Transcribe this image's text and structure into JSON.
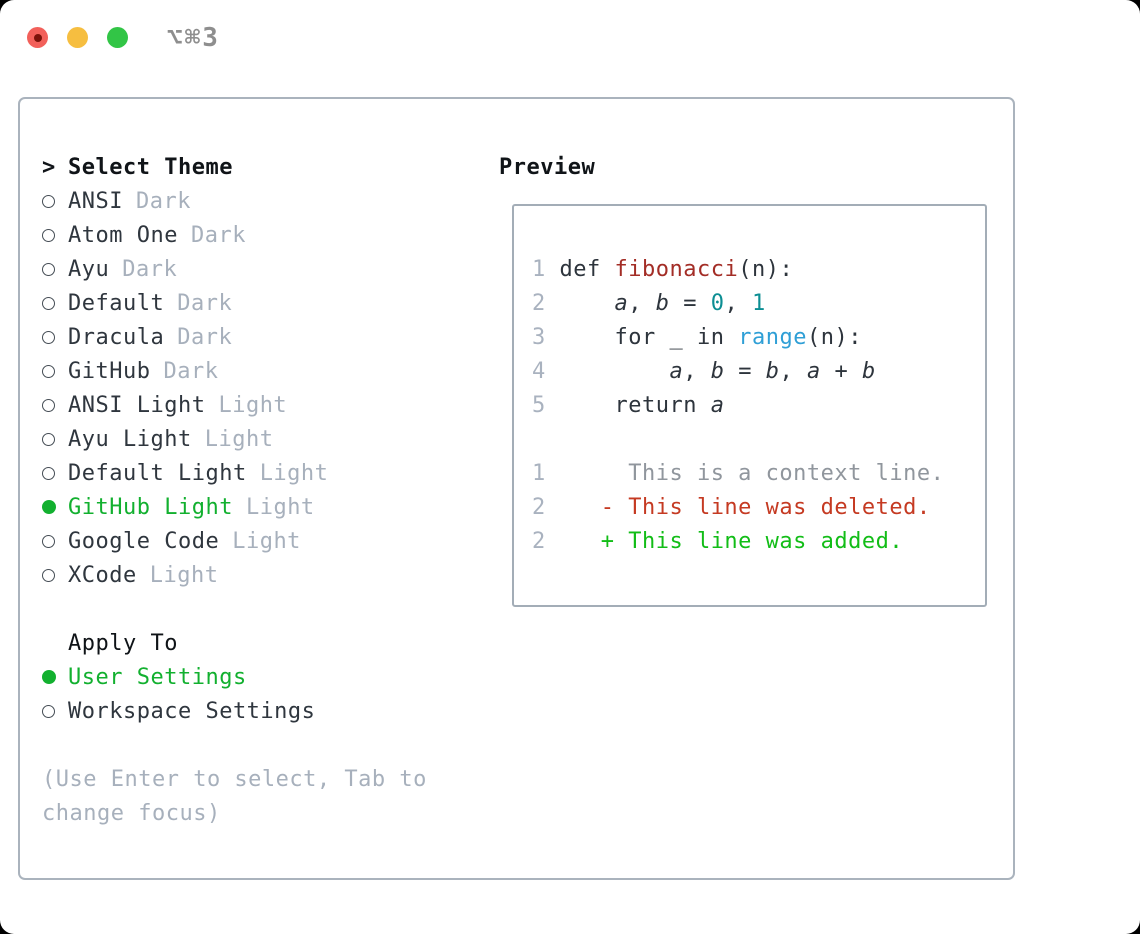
{
  "window": {
    "title": "⌥⌘3",
    "controls": [
      "close",
      "minimize",
      "zoom"
    ]
  },
  "theme_panel": {
    "heading_marker": ">",
    "heading": "Select Theme",
    "themes": [
      {
        "name": "ANSI",
        "variant": "Dark",
        "selected": false
      },
      {
        "name": "Atom One",
        "variant": "Dark",
        "selected": false
      },
      {
        "name": "Ayu",
        "variant": "Dark",
        "selected": false
      },
      {
        "name": "Default",
        "variant": "Dark",
        "selected": false
      },
      {
        "name": "Dracula",
        "variant": "Dark",
        "selected": false
      },
      {
        "name": "GitHub",
        "variant": "Dark",
        "selected": false
      },
      {
        "name": "ANSI Light",
        "variant": "Light",
        "selected": false
      },
      {
        "name": "Ayu Light",
        "variant": "Light",
        "selected": false
      },
      {
        "name": "Default Light",
        "variant": "Light",
        "selected": false
      },
      {
        "name": "GitHub Light",
        "variant": "Light",
        "selected": true
      },
      {
        "name": "Google Code",
        "variant": "Light",
        "selected": false
      },
      {
        "name": "XCode",
        "variant": "Light",
        "selected": false
      }
    ],
    "apply_to": {
      "heading": "Apply To",
      "options": [
        {
          "label": "User Settings",
          "selected": true
        },
        {
          "label": "Workspace Settings",
          "selected": false
        }
      ]
    },
    "help_lines": [
      "(Use Enter to select, Tab to",
      "change focus)"
    ]
  },
  "preview": {
    "heading": "Preview",
    "code_lines": [
      {
        "num": "1",
        "tokens": [
          {
            "t": "def ",
            "c": "kw"
          },
          {
            "t": "fibonacci",
            "c": "fn"
          },
          {
            "t": "(n):",
            "c": "pl"
          }
        ]
      },
      {
        "num": "2",
        "tokens": [
          {
            "t": "    ",
            "c": "pl"
          },
          {
            "t": "a",
            "c": "var"
          },
          {
            "t": ", ",
            "c": "pl"
          },
          {
            "t": "b",
            "c": "var"
          },
          {
            "t": " = ",
            "c": "pl"
          },
          {
            "t": "0",
            "c": "num"
          },
          {
            "t": ", ",
            "c": "pl"
          },
          {
            "t": "1",
            "c": "num"
          }
        ]
      },
      {
        "num": "3",
        "tokens": [
          {
            "t": "    ",
            "c": "pl"
          },
          {
            "t": "for ",
            "c": "kw"
          },
          {
            "t": "_ ",
            "c": "pl"
          },
          {
            "t": "in ",
            "c": "kw"
          },
          {
            "t": "range",
            "c": "bi"
          },
          {
            "t": "(n):",
            "c": "pl"
          }
        ]
      },
      {
        "num": "4",
        "tokens": [
          {
            "t": "        ",
            "c": "pl"
          },
          {
            "t": "a",
            "c": "var"
          },
          {
            "t": ", ",
            "c": "pl"
          },
          {
            "t": "b",
            "c": "var"
          },
          {
            "t": " = ",
            "c": "pl"
          },
          {
            "t": "b",
            "c": "var"
          },
          {
            "t": ", ",
            "c": "pl"
          },
          {
            "t": "a",
            "c": "var"
          },
          {
            "t": " + ",
            "c": "pl"
          },
          {
            "t": "b",
            "c": "var"
          }
        ]
      },
      {
        "num": "5",
        "tokens": [
          {
            "t": "    ",
            "c": "pl"
          },
          {
            "t": "return ",
            "c": "kw"
          },
          {
            "t": "a",
            "c": "var"
          }
        ]
      }
    ],
    "diff_lines": [
      {
        "num": "1",
        "text": "      This is a context line.",
        "type": "context"
      },
      {
        "num": "2",
        "text": "    - This line was deleted.",
        "type": "deleted"
      },
      {
        "num": "2",
        "text": "    + This line was added.",
        "type": "added"
      }
    ]
  },
  "colors": {
    "selection_green": "#12b02f",
    "added_green": "#12bd17",
    "deleted_red": "#c53a22",
    "function_red": "#a32d26",
    "number_teal": "#0c8e93",
    "builtin_blue": "#2f9fd6",
    "keyword_dark": "#2d343c",
    "text_dark": "#2f363e",
    "heading_black": "#101418",
    "muted_gray": "#a7b0bc",
    "line_number_gray": "#a9b2bf",
    "context_gray": "#90969d",
    "panel_border": "#aab3bd",
    "codebox_border": "#a3adb7",
    "titlebar_text": "#8e8e8e",
    "light_red": "#f2605a",
    "light_yellow": "#f6be40",
    "light_green": "#32c546"
  }
}
